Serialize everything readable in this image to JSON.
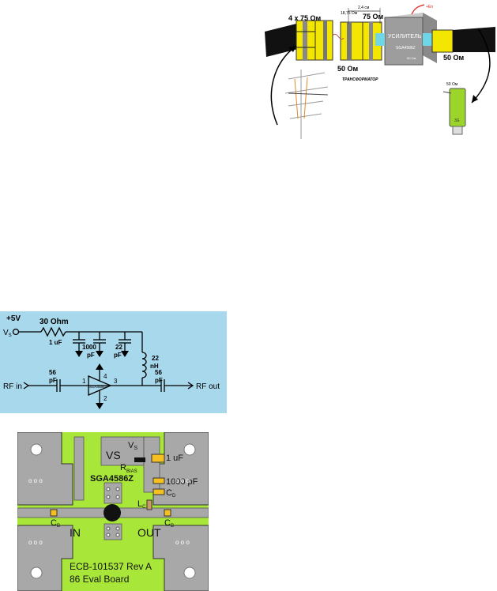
{
  "figure1": {
    "label_4x75": "4 x 75 Ом",
    "label_75": "75 Ом",
    "label_50_left": "50 Ом",
    "label_50_right": "50 Ом",
    "label_2_4cm": "2,4 см",
    "label_18_75": "18,75 Ом",
    "label_transformer": "ТРАНСФОРМАТОР",
    "label_amp": "УСИЛИТЕЛЬ",
    "label_sga": "SGA4586Z",
    "label_amp_50": "50 Ом",
    "label_power": "+Еп",
    "label_modem_50": "50 Ом",
    "label_modem_3g": "3G"
  },
  "figure2": {
    "plus5v": "+5V",
    "vs": "V",
    "vs_sub": "S",
    "r_label": "30 Ohm",
    "c1": "1 uF",
    "c2a": "1000",
    "c2b": "pF",
    "c3a": "22",
    "c3b": "pF",
    "l1a": "22",
    "l1b": "nH",
    "cin_a": "56",
    "cin_b": "pF",
    "cout_a": "56",
    "cout_b": "pF",
    "rf_in": "RF in",
    "rf_out": "RF out",
    "chip": "SGA4586Z",
    "pin1": "1",
    "pin2": "2",
    "pin3": "3",
    "pin4": "4"
  },
  "figure3": {
    "vs": "VS",
    "vs2": "V",
    "vs2_sub": "S",
    "rbias": "R",
    "rbias_sub": "BIAS",
    "c1": "1 uF",
    "c2": "1000 pF",
    "cd": "C",
    "cd_sub": "D",
    "chip": "SGA4586Z",
    "lc": "L",
    "lc_sub": "C",
    "cb_left": "C",
    "cb_left_sub": "B",
    "cb_right": "C",
    "cb_right_sub": "B",
    "in": "IN",
    "out": "OUT",
    "board1": "ECB-101537 Rev A",
    "board2": "86 Eval Board",
    "pads": "o o o"
  }
}
